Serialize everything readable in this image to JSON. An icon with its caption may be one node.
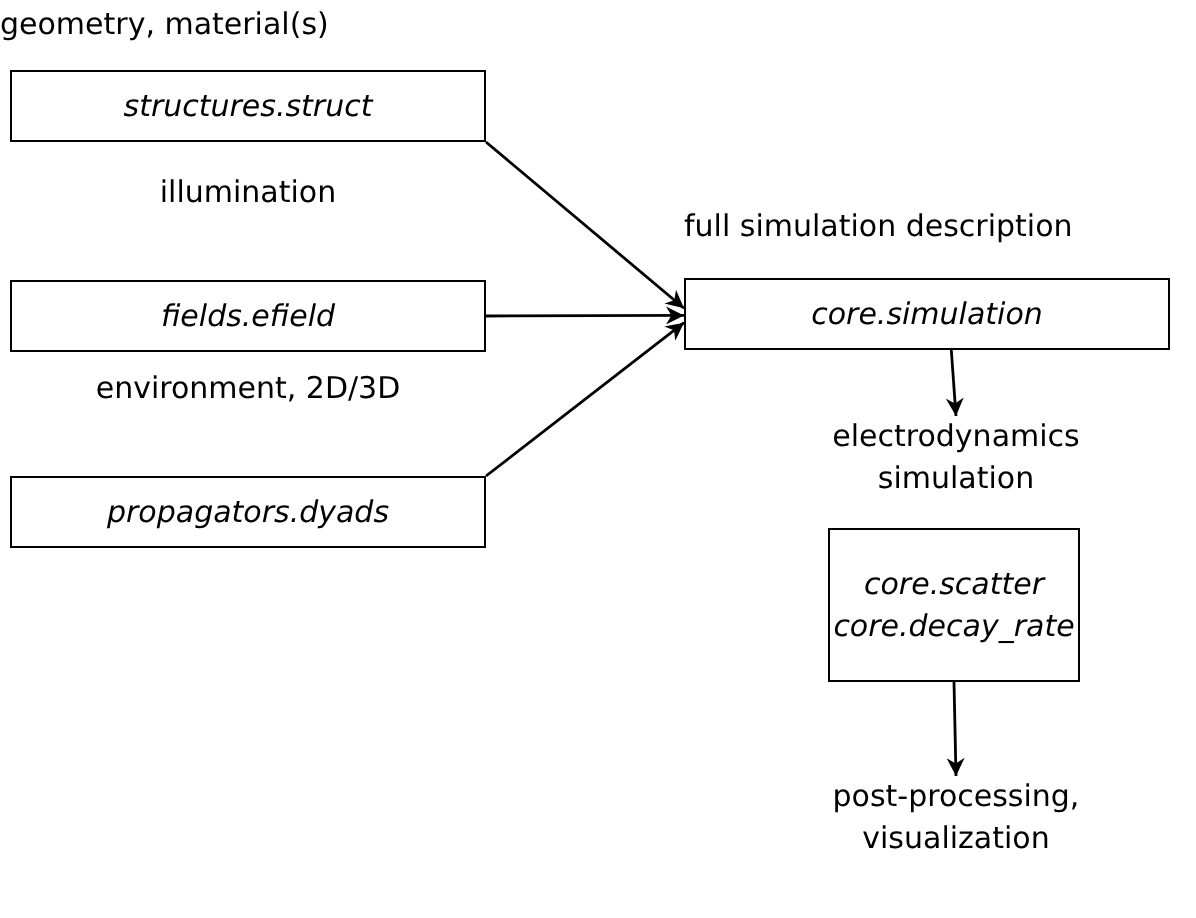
{
  "diagram": {
    "nodes": [
      {
        "text": [
          "geometry, material(s)",
          "structures.struct"
        ]
      },
      {
        "text": [
          "illumination",
          "fields.efield"
        ]
      },
      {
        "text": [
          "environment, 2D/3D",
          "propagators.dyads"
        ]
      },
      {
        "text": [
          "full simulation description",
          "core.simulation"
        ]
      },
      {
        "text": [
          "electrodynamics simulation",
          "core.scatter",
          "core.decay_rate"
        ]
      },
      {
        "text": [
          "post-processing, visualization"
        ]
      }
    ],
    "edges": [
      {
        "from": 0,
        "to": 3,
        "arrow": "to"
      },
      {
        "from": 1,
        "to": 3,
        "arrow": "to"
      },
      {
        "from": 2,
        "to": 3,
        "arrow": "to"
      },
      {
        "from": 3,
        "to": 4,
        "arrow": "to"
      },
      {
        "from": 4,
        "to": 5,
        "arrow": "to"
      }
    ]
  }
}
